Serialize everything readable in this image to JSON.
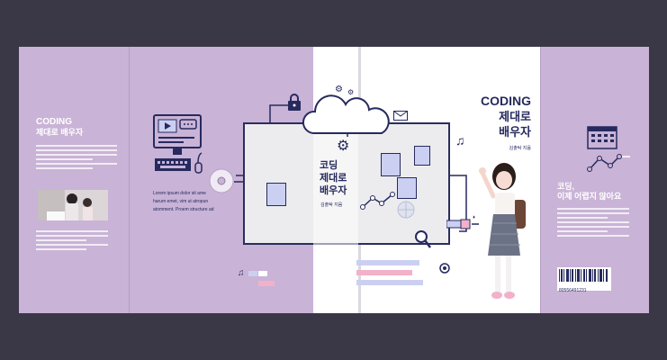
{
  "colors": {
    "background": "#3a3746",
    "panel": "#c9b3d6",
    "navy": "#262a5e",
    "accent_pink": "#f2b1c9",
    "accent_blue": "#cbd0f2"
  },
  "left_flap": {
    "title": "CODING",
    "subtitle": "제대로 배우자",
    "placeholder_lines": 4,
    "photo_alt_icon": "photo-mother-child"
  },
  "left_panel": {
    "lorem_1": "Lorem ipsum dolor sit ame",
    "lorem_2": "harum emet, vim ut atropun",
    "lorem_3": "atomment. Proem structure ad"
  },
  "spine": {
    "title_line1": "코딩",
    "title_line2": "제대로",
    "title_line3": "배우자",
    "author": "김출탁 지음"
  },
  "front_cover": {
    "title_en": "CODING",
    "title_ko_1": "제대로",
    "title_ko_2": "배우자",
    "author": "김출탁 지음"
  },
  "back_flap": {
    "heading_1": "코딩,",
    "heading_2": "이제 어렵지 않아요",
    "barcode_number": "80556491231"
  }
}
